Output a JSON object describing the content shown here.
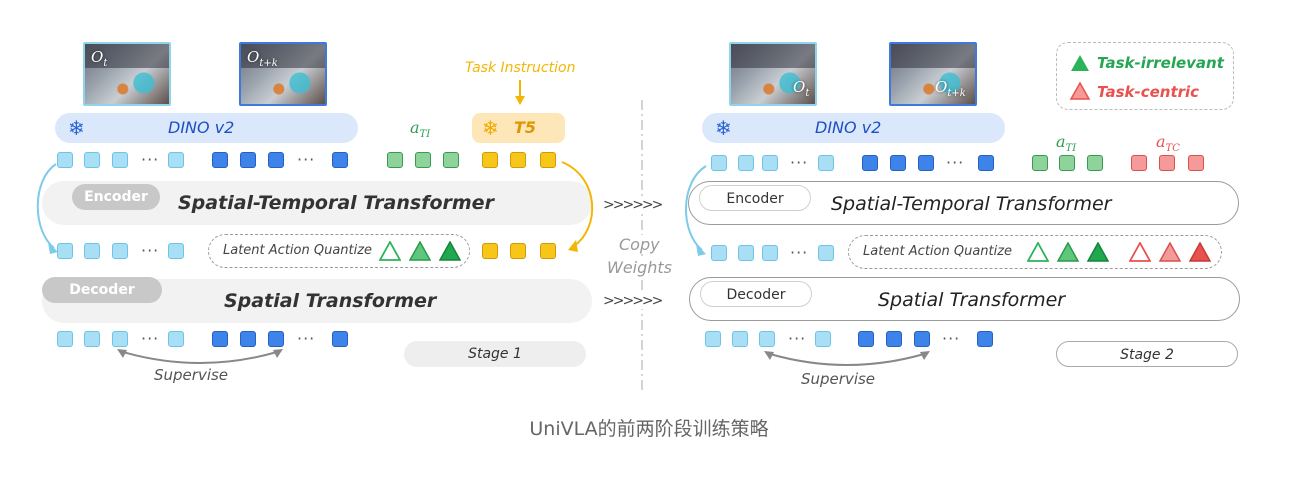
{
  "left": {
    "frame_ot": {
      "base": "O",
      "sub": "t"
    },
    "frame_otk": {
      "base": "O",
      "sub": "t+k"
    },
    "task_instruction": "Task Instruction",
    "dino_label": "DINO v2",
    "t5_label": "T5",
    "a_ti": {
      "base": "a",
      "sub": "TI"
    },
    "encoder": "Encoder",
    "encoder_title": "Spatial-Temporal Transformer",
    "latent": "Latent Action Quantize",
    "decoder": "Decoder",
    "decoder_title": "Spatial Transformer",
    "supervise": "Supervise",
    "stage": "Stage 1",
    "ellipsis": "···"
  },
  "middle": {
    "arrows": ">>>>>>",
    "copy_line1": "Copy",
    "copy_line2": "Weights"
  },
  "right": {
    "frame_ot": {
      "base": "O",
      "sub": "t"
    },
    "frame_otk": {
      "base": "O",
      "sub": "t+k"
    },
    "dino_label": "DINO v2",
    "a_ti": {
      "base": "a",
      "sub": "TI"
    },
    "a_tc": {
      "base": "a",
      "sub": "TC"
    },
    "encoder": "Encoder",
    "encoder_title": "Spatial-Temporal Transformer",
    "latent": "Latent Action Quantize",
    "decoder": "Decoder",
    "decoder_title": "Spatial Transformer",
    "supervise": "Supervise",
    "stage": "Stage 2",
    "ellipsis": "···"
  },
  "legend": {
    "irrelevant": "Task-irrelevant",
    "centric": "Task-centric"
  },
  "caption": "UniVLA的前两阶段训练策略",
  "colors": {
    "light_blue": "#a9dff4",
    "dark_blue": "#3e83e8",
    "green": "#2bb35a",
    "yellow": "#f7c619",
    "red": "#e8524e",
    "task_instruction": "#f2b705"
  }
}
